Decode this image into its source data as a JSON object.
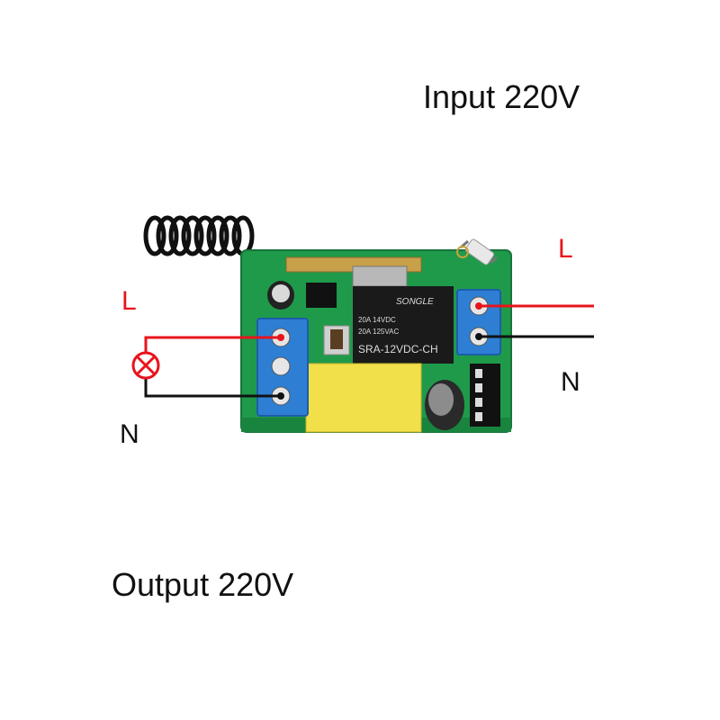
{
  "labels": {
    "input": "Input 220V",
    "output": "Output 220V",
    "left_live": "L",
    "left_neutral": "N",
    "right_live": "L",
    "right_neutral": "N"
  },
  "relay": {
    "brand": "SONGLE",
    "rating_line1": "20A 14VDC",
    "rating_line2": "20A 125VAC",
    "model": "SRA-12VDC-CH"
  },
  "colors": {
    "live_label": "#e8141c",
    "neutral_label": "#111111",
    "live_wire": "#e8141c",
    "neutral_wire": "#111111",
    "pcb": "#1f9a4a",
    "terminal_block": "#2e7fd4",
    "relay": "#1a1a1a",
    "capacitor": "#f2e04a"
  },
  "icons": {
    "lamp": "lamp-icon",
    "antenna": "antenna-coil-icon"
  }
}
